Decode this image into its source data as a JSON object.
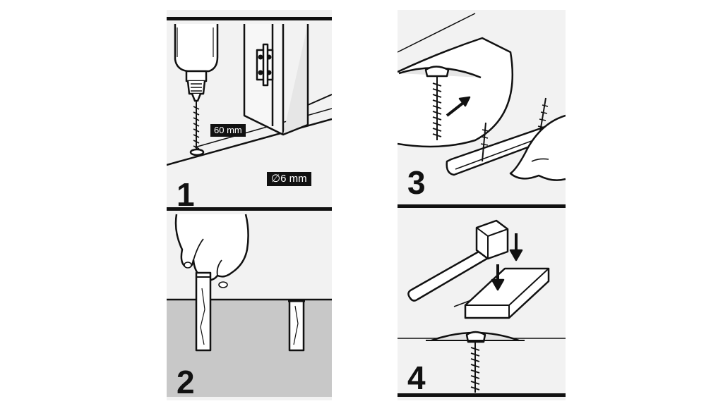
{
  "steps": [
    {
      "number": "1",
      "labels": [
        "60 mm",
        "∅6 mm"
      ],
      "icon": "drill-icon"
    },
    {
      "number": "2",
      "icon": "hand-dowel-icon"
    },
    {
      "number": "3",
      "icon": "screw-profile-icon"
    },
    {
      "number": "4",
      "icon": "hammer-block-icon"
    }
  ],
  "colors": {
    "ink": "#111111",
    "paper": "#f2f2f2",
    "floor": "#c8c8c8"
  }
}
